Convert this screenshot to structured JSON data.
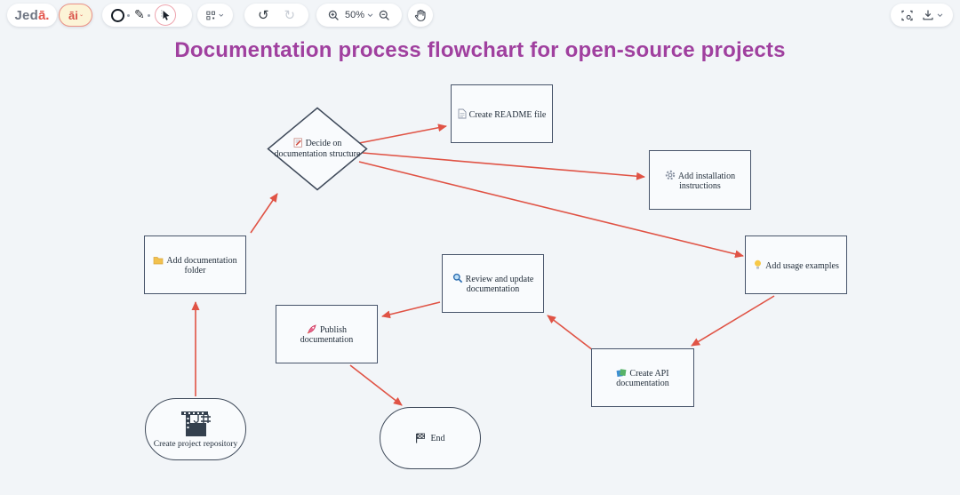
{
  "toolbar": {
    "logo": {
      "text_gray": "Jed",
      "text_red": "ā."
    },
    "ai_button_label": "āi",
    "zoom_level": "50%",
    "icons": [
      "shape-circle-icon",
      "pencil-icon",
      "select-cursor-icon",
      "shapes-grid-icon",
      "undo-icon",
      "redo-icon",
      "zoom-in-icon",
      "zoom-out-icon",
      "hand-icon",
      "capture-icon",
      "download-icon",
      "chevron-down-icon"
    ]
  },
  "title": "Documentation process flowchart for open-source projects",
  "diagram": {
    "nodes": {
      "repo": {
        "shape": "stadium",
        "icon": "crane-icon",
        "label": "Create project repository"
      },
      "folder": {
        "shape": "rect",
        "icon": "folder-icon",
        "label": "Add documentation folder"
      },
      "decide": {
        "shape": "diamond",
        "icon": "memo-icon",
        "label": "Decide on documentation structure"
      },
      "readme": {
        "shape": "rect",
        "icon": "page-icon",
        "label": "Create README file"
      },
      "install": {
        "shape": "rect",
        "icon": "gear-icon",
        "label": "Add installation instructions"
      },
      "usage": {
        "shape": "rect",
        "icon": "bulb-icon",
        "label": "Add usage examples"
      },
      "api": {
        "shape": "rect",
        "icon": "books-icon",
        "label": "Create API documentation"
      },
      "review": {
        "shape": "rect",
        "icon": "magnifier-icon",
        "label": "Review and update documentation"
      },
      "publish": {
        "shape": "rect",
        "icon": "rocket-icon",
        "label": "Publish documentation"
      },
      "end": {
        "shape": "stadium",
        "icon": "flag-icon",
        "label": "End"
      }
    },
    "edges": [
      {
        "from": "repo",
        "to": "folder"
      },
      {
        "from": "folder",
        "to": "decide"
      },
      {
        "from": "decide",
        "to": "readme"
      },
      {
        "from": "decide",
        "to": "install"
      },
      {
        "from": "decide",
        "to": "usage"
      },
      {
        "from": "usage",
        "to": "api"
      },
      {
        "from": "api",
        "to": "review"
      },
      {
        "from": "review",
        "to": "publish"
      },
      {
        "from": "publish",
        "to": "end"
      }
    ],
    "colors": {
      "arrow": "#e05345",
      "node_border": "#47546a",
      "title": "#a0409f",
      "canvas": "#f2f5f8"
    }
  }
}
